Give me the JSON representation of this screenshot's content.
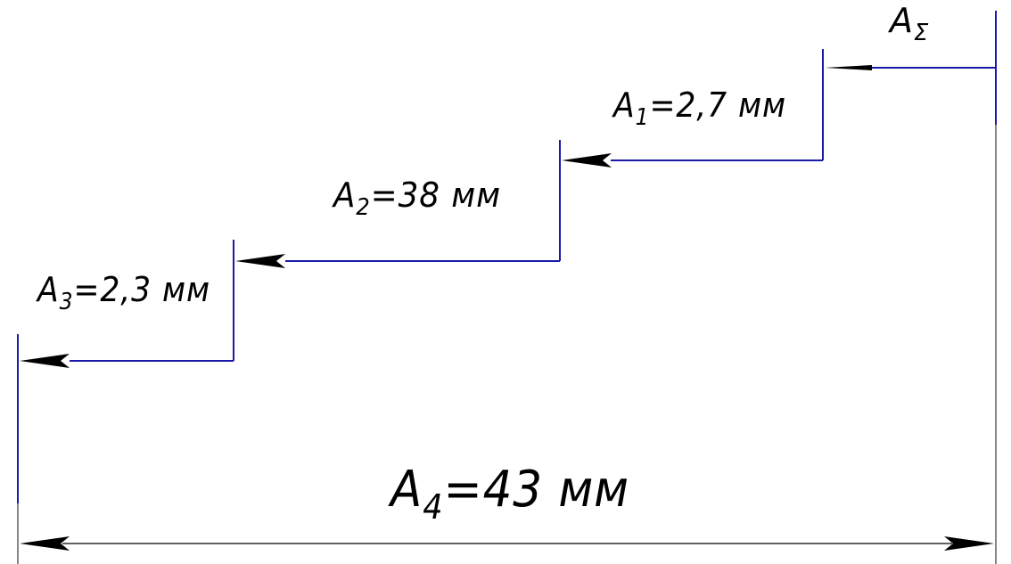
{
  "colors": {
    "background": "#ffffff",
    "line": "#000000",
    "extension_line": "#1a1aa8"
  },
  "dimensions": [
    {
      "id": "a_sigma",
      "letter": "A",
      "subscript": "Σ",
      "text": ""
    },
    {
      "id": "a1",
      "letter": "A",
      "subscript": "1",
      "text": "=2,7 мм"
    },
    {
      "id": "a2",
      "letter": "A",
      "subscript": "2",
      "text": "=38 мм"
    },
    {
      "id": "a3",
      "letter": "A",
      "subscript": "3",
      "text": "=2,3 мм"
    },
    {
      "id": "a4",
      "letter": "A",
      "subscript": "4",
      "text": "=43 мм"
    }
  ]
}
